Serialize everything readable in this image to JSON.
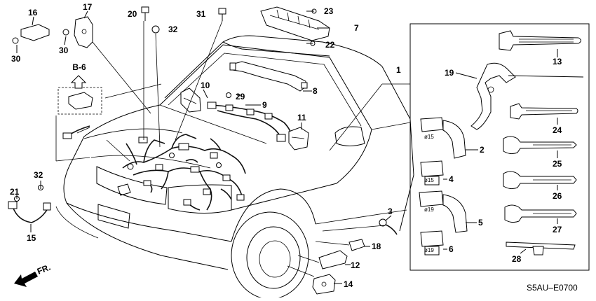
{
  "diagram": {
    "code": "S5AU–E0700",
    "ref_label": "B-6",
    "front_label": "FR.",
    "callouts": {
      "c1": "1",
      "c2": "2",
      "c3": "3",
      "c4": "4",
      "c5": "5",
      "c6": "6",
      "c7": "7",
      "c8": "8",
      "c9": "9",
      "c10": "10",
      "c11": "11",
      "c12": "12",
      "c13": "13",
      "c14": "14",
      "c15": "15",
      "c16": "16",
      "c17": "17",
      "c18": "18",
      "c19": "19",
      "c20": "20",
      "c21": "21",
      "c22": "22",
      "c23": "23",
      "c24": "24",
      "c25": "25",
      "c26": "26",
      "c27": "27",
      "c28": "28",
      "c29": "29",
      "c30": "30",
      "c30b": "30",
      "c31": "31",
      "c32": "32",
      "c32b": "32"
    },
    "clip_sizes": {
      "d2": "ø15",
      "d4": "ø15",
      "d5": "ø19",
      "d6": "ø19"
    }
  }
}
